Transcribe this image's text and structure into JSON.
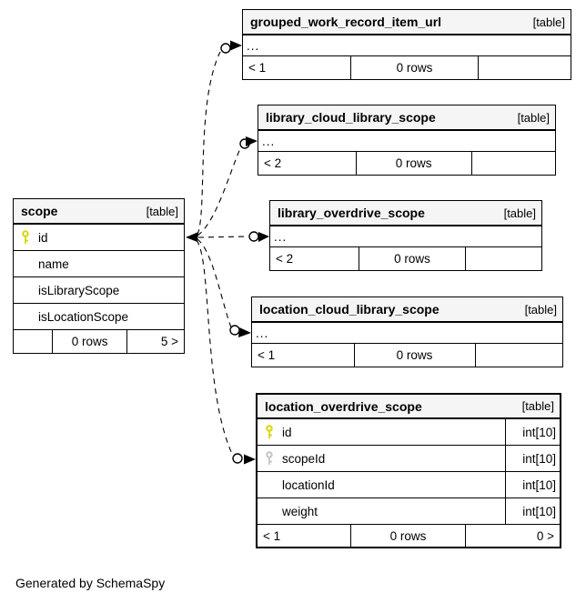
{
  "note": "Generated by SchemaSpy",
  "colors": {
    "header_bg": "#f5f5f5",
    "border": "#000000",
    "primary_key_color": "#d6d600",
    "foreign_key_color": "#c4c4c4"
  },
  "tables": {
    "scope": {
      "title": "scope",
      "tag": "[table]",
      "columns": [
        {
          "name": "id",
          "key": "primary"
        },
        {
          "name": "name"
        },
        {
          "name": "isLibraryScope"
        },
        {
          "name": "isLocationScope"
        }
      ],
      "footer": {
        "parents": "",
        "rows": "0 rows",
        "children": "5 >"
      }
    },
    "grouped_work_record_item_url": {
      "title": "grouped_work_record_item_url",
      "tag": "[table]",
      "columns": [
        {
          "name": "..."
        }
      ],
      "footer": {
        "parents": "< 1",
        "rows": "0 rows",
        "children": ""
      }
    },
    "library_cloud_library_scope": {
      "title": "library_cloud_library_scope",
      "tag": "[table]",
      "columns": [
        {
          "name": "..."
        }
      ],
      "footer": {
        "parents": "< 2",
        "rows": "0 rows",
        "children": ""
      }
    },
    "library_overdrive_scope": {
      "title": "library_overdrive_scope",
      "tag": "[table]",
      "columns": [
        {
          "name": "..."
        }
      ],
      "footer": {
        "parents": "< 2",
        "rows": "0 rows",
        "children": ""
      }
    },
    "location_cloud_library_scope": {
      "title": "location_cloud_library_scope",
      "tag": "[table]",
      "columns": [
        {
          "name": "..."
        }
      ],
      "footer": {
        "parents": "< 1",
        "rows": "0 rows",
        "children": ""
      }
    },
    "location_overdrive_scope": {
      "title": "location_overdrive_scope",
      "tag": "[table]",
      "columns": [
        {
          "name": "id",
          "type": "int[10]",
          "key": "primary"
        },
        {
          "name": "scopeId",
          "type": "int[10]",
          "key": "foreign"
        },
        {
          "name": "locationId",
          "type": "int[10]"
        },
        {
          "name": "weight",
          "type": "int[10]"
        }
      ],
      "footer": {
        "parents": "< 1",
        "rows": "0 rows",
        "children": "0 >"
      }
    }
  }
}
